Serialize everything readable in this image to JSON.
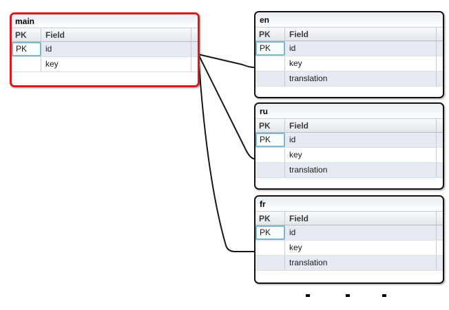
{
  "colors": {
    "selected_table_border": "#d91a1a",
    "table_border": "#111111",
    "row_stripe": "#e6eaf1",
    "focus_cell_border": "#7cb9cc",
    "relationship_line": "#161616"
  },
  "tables": [
    {
      "name": "main",
      "title": "main",
      "selected": true,
      "header": {
        "pk": "PK",
        "field": "Field"
      },
      "rows": [
        {
          "pk": "PK",
          "field": "id",
          "focused": true
        },
        {
          "pk": "",
          "field": "key",
          "focused": false
        }
      ]
    },
    {
      "name": "en",
      "title": "en",
      "selected": false,
      "header": {
        "pk": "PK",
        "field": "Field"
      },
      "rows": [
        {
          "pk": "PK",
          "field": "id",
          "focused": true
        },
        {
          "pk": "",
          "field": "key",
          "focused": false
        },
        {
          "pk": "",
          "field": "translation",
          "focused": false
        }
      ]
    },
    {
      "name": "ru",
      "title": "ru",
      "selected": false,
      "header": {
        "pk": "PK",
        "field": "Field"
      },
      "rows": [
        {
          "pk": "PK",
          "field": "id",
          "focused": true
        },
        {
          "pk": "",
          "field": "key",
          "focused": false
        },
        {
          "pk": "",
          "field": "translation",
          "focused": false
        }
      ]
    },
    {
      "name": "fr",
      "title": "fr",
      "selected": false,
      "header": {
        "pk": "PK",
        "field": "Field"
      },
      "rows": [
        {
          "pk": "PK",
          "field": "id",
          "focused": true
        },
        {
          "pk": "",
          "field": "key",
          "focused": false
        },
        {
          "pk": "",
          "field": "translation",
          "focused": false
        }
      ]
    }
  ],
  "relationships": [
    {
      "from": "main",
      "to": "en"
    },
    {
      "from": "main",
      "to": "ru"
    },
    {
      "from": "main",
      "to": "fr"
    }
  ],
  "handles_count": 3
}
